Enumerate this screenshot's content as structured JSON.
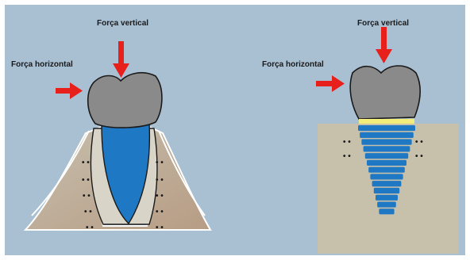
{
  "left_panel": {
    "vertical_force_label": "Força vertical",
    "horizontal_force_label": "Força horizontal",
    "ligament_marks": [
      "• •",
      "• •",
      "• •",
      "• •",
      "• •",
      "• •",
      "• •",
      "• •",
      "• •",
      "• •"
    ]
  },
  "right_panel": {
    "vertical_force_label": "Força vertical",
    "horizontal_force_label": "Força horizontal",
    "bone_marks": [
      "• •",
      "• •",
      "• •",
      "• •"
    ]
  },
  "colors": {
    "background": "#a9bfd2",
    "bone": "#c9bfa8",
    "crown": "#8a8a8a",
    "root_blue": "#1f78c4",
    "arrow": "#e8201c",
    "abutment": "#f2ec7a"
  }
}
